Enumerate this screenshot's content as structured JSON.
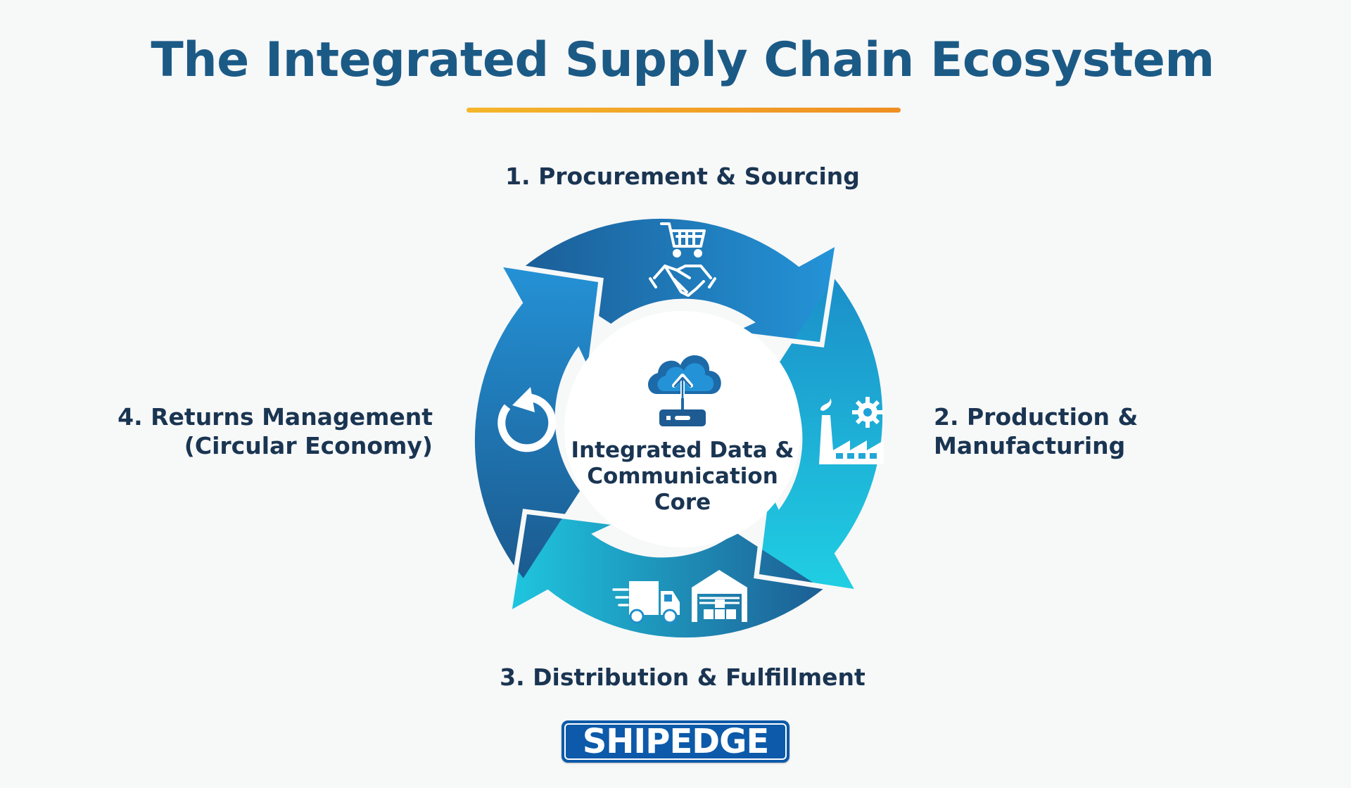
{
  "title": "The Integrated Supply Chain Ecosystem",
  "stages": [
    {
      "label": "1. Procurement & Sourcing",
      "icon": "cart-handshake-icon"
    },
    {
      "label": "2. Production &\nManufacturing",
      "icon": "factory-icon"
    },
    {
      "label": "3. Distribution & Fulfillment",
      "icon": "truck-warehouse-icon"
    },
    {
      "label": "4. Returns Management\n(Circular Economy)",
      "icon": "return-arrow-icon"
    }
  ],
  "core": {
    "text": "Integrated Data &\nCommunication\nCore",
    "icon": "cloud-upload-server-icon"
  },
  "logo": {
    "text": "SHIPEDGE"
  },
  "colors": {
    "title": "#1c5a86",
    "underline_start": "#f4b62c",
    "underline_end": "#ef8f23",
    "label_text": "#1a3552",
    "segment_dark": "#1d5c92",
    "segment_mid": "#1f8fd1",
    "segment_light": "#1ec8e0",
    "logo_bg": "#0c5aa9"
  }
}
